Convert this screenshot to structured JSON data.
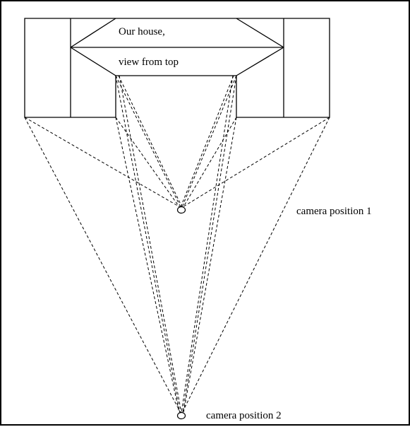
{
  "diagram": {
    "house_label_line1": "Our house,",
    "house_label_line2": "view from top",
    "camera1_label": "camera position 1",
    "camera2_label": "camera position 2"
  },
  "colors": {
    "stroke": "#000000",
    "background": "#ffffff"
  }
}
